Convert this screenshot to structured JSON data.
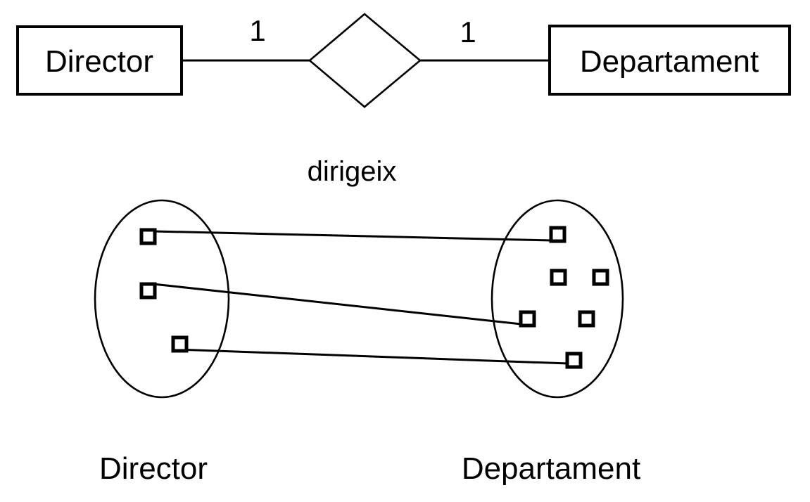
{
  "diagram": {
    "type": "entity-relationship",
    "title_text": null,
    "colors": {
      "stroke": "#000000",
      "fill": "#ffffff",
      "background": "#ffffff"
    },
    "er_model": {
      "left_entity": {
        "name": "Director",
        "shape": "rectangle"
      },
      "right_entity": {
        "name": "Departament",
        "shape": "rectangle"
      },
      "relationship": {
        "name": "dirigeix",
        "shape": "diamond",
        "label_position": "below"
      },
      "cardinality_left": "1",
      "cardinality_right": "1"
    },
    "instance_diagram": {
      "left_set": {
        "label": "Director",
        "shape": "ellipse",
        "member_count": 3
      },
      "right_set": {
        "label": "Departament",
        "shape": "ellipse",
        "member_count": 6
      },
      "mapping_count": 3,
      "mappings": [
        {
          "from": 1,
          "to": 1
        },
        {
          "from": 2,
          "to": 4
        },
        {
          "from": 3,
          "to": 6
        }
      ]
    }
  }
}
